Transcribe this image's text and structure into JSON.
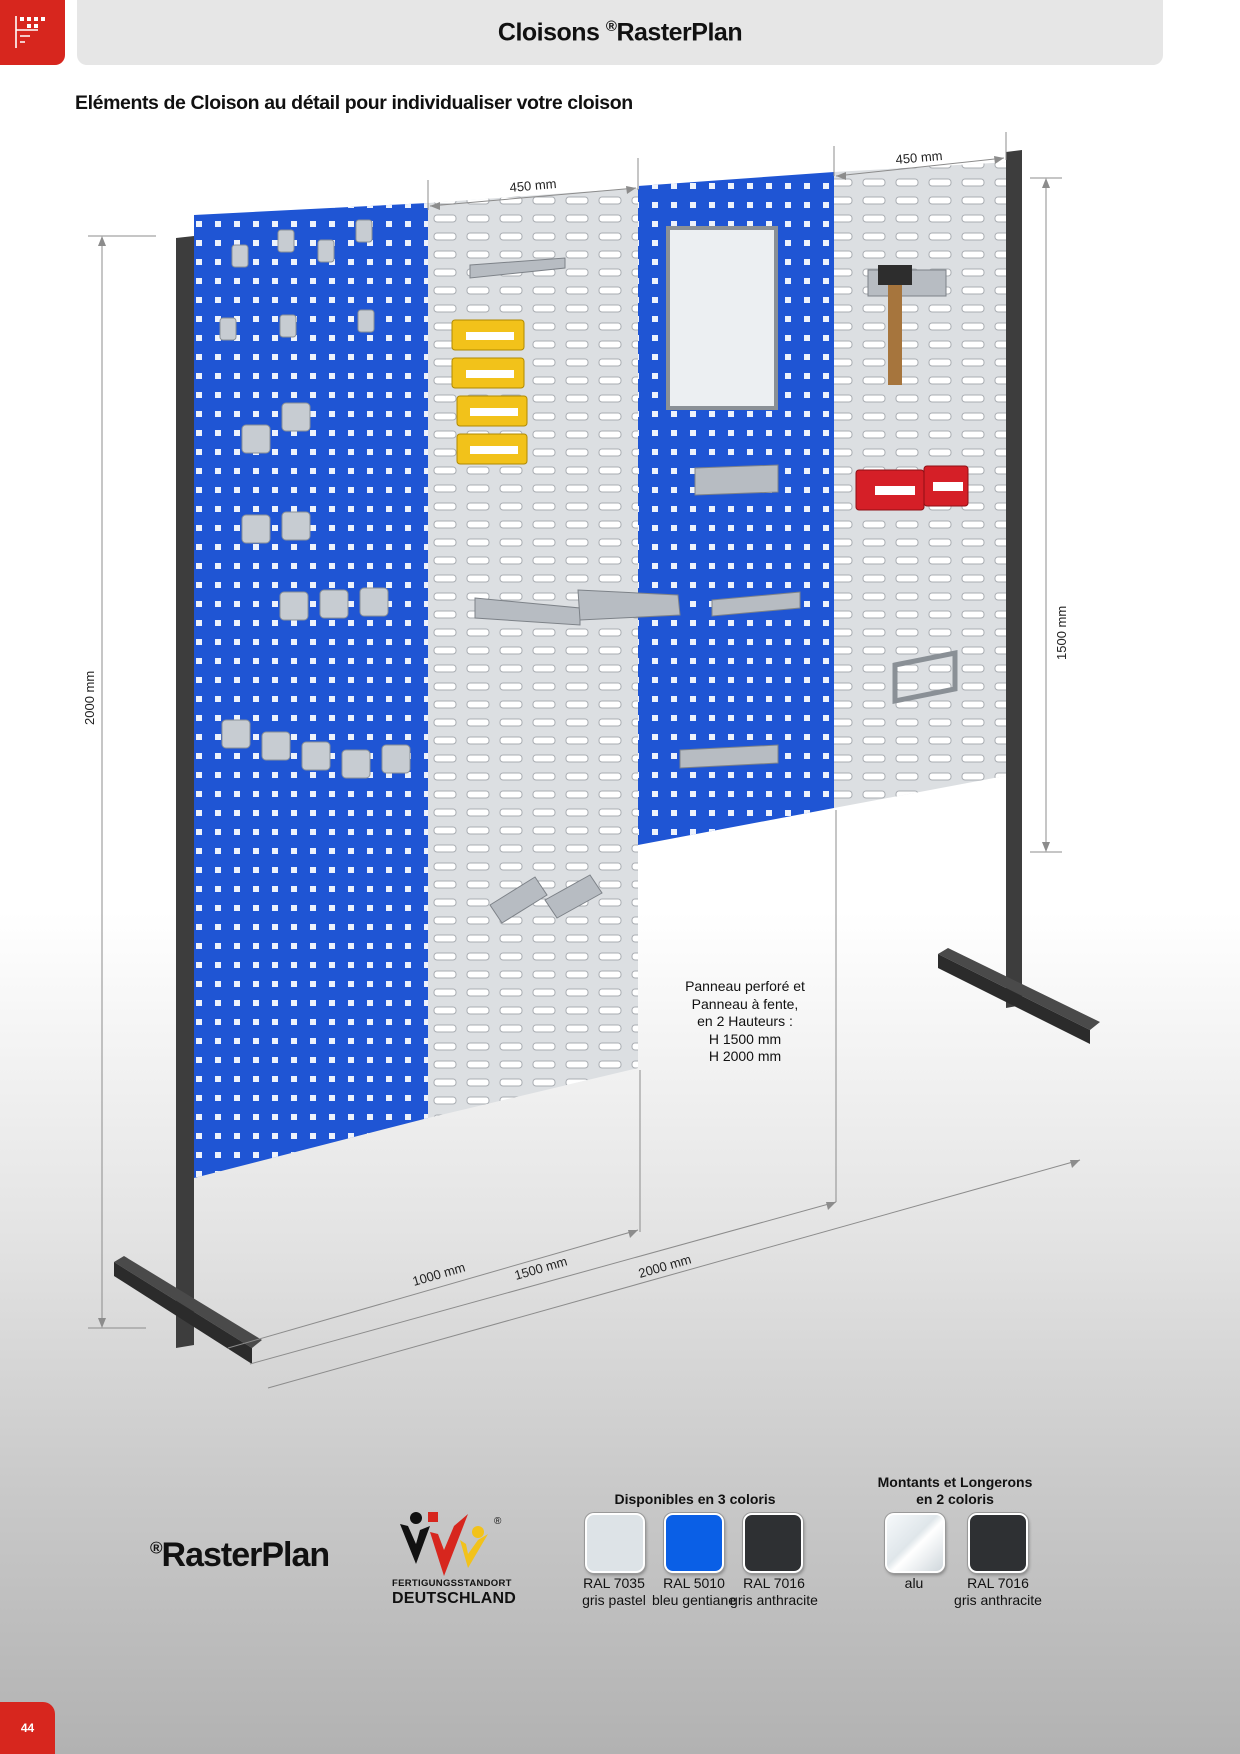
{
  "header": {
    "title": "Cloisons ",
    "title_reg": "®",
    "title_brand": "RasterPlan"
  },
  "subtitle": "Eléments de Cloison au détail pour individualiser votre cloison",
  "illustration": {
    "dim_width_top_left": "450 mm",
    "dim_width_top_right": "450 mm",
    "dim_height_full": "2000 mm",
    "dim_height_short": "1500 mm",
    "dim_len_1": "1000 mm",
    "dim_len_2": "1500 mm",
    "dim_len_3": "2000 mm",
    "colors": {
      "blue_panel": "#1f55d4",
      "grey_panel": "#dcdfe2",
      "frame": "#3d3d3d",
      "bin_yellow": "#f2c21a",
      "bin_red": "#d51f27"
    }
  },
  "panel_note": {
    "lines": [
      "Panneau perforé et",
      "Panneau à fente,",
      "en 2 Hauteurs :",
      "H 1500 mm",
      "H 2000 mm"
    ]
  },
  "brand": {
    "reg": "®",
    "name": "RasterPlan"
  },
  "fab_logo": {
    "line1": "FERTIGUNGSSTANDORT",
    "line2": "DEUTSCHLAND",
    "reg": "®"
  },
  "colors_group": {
    "title": "Disponibles en 3 coloris",
    "swatches": [
      {
        "code": "RAL 7035",
        "name": "gris pastel",
        "color": "#dde3e7"
      },
      {
        "code": "RAL 5010",
        "name": "bleu gentiane",
        "color": "#0a5fe6"
      },
      {
        "code": "RAL 7016",
        "name": "gris anthracite",
        "color": "#2e3033"
      }
    ]
  },
  "frame_group": {
    "title_line1": "Montants et Longerons",
    "title_line2": "en 2 coloris",
    "swatches": [
      {
        "code": "",
        "name": "alu",
        "color": "#e6ecef"
      },
      {
        "code": "RAL 7016",
        "name": "gris anthracite",
        "color": "#2e3033"
      }
    ]
  },
  "page_number": "44"
}
